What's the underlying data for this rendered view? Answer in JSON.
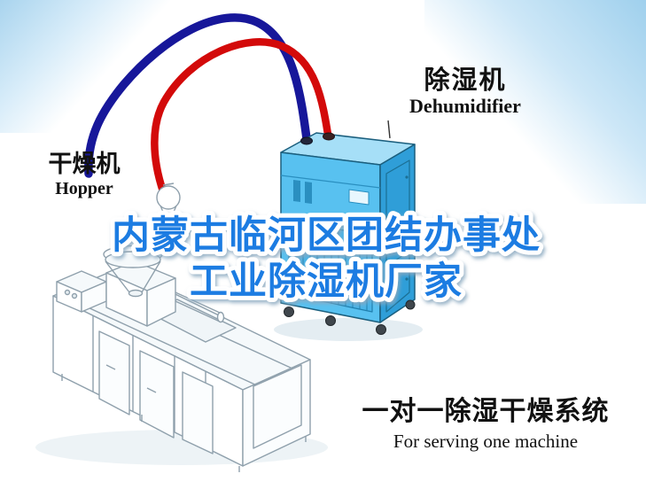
{
  "labels": {
    "hopper": {
      "cn": "干燥机",
      "en": "Hopper"
    },
    "dehumidifier": {
      "cn": "除湿机",
      "en": "Dehumidifier"
    }
  },
  "title": {
    "line1": "内蒙古临河区团结办事处",
    "line2": "工业除湿机厂家",
    "color": "#1a7ce2",
    "outline": "#ffffff"
  },
  "caption": {
    "cn": "一对一除湿干燥系统",
    "en": "For serving one machine"
  },
  "colors": {
    "pipe_blue": "#17179a",
    "pipe_red": "#d30a0a",
    "dehumidifier_top": "#a6dff7",
    "dehumidifier_front": "#58c1f0",
    "dehumidifier_side": "#2f9ed8",
    "corner_glow": "#a8d4ef",
    "machine_line": "#8fa0ac"
  }
}
